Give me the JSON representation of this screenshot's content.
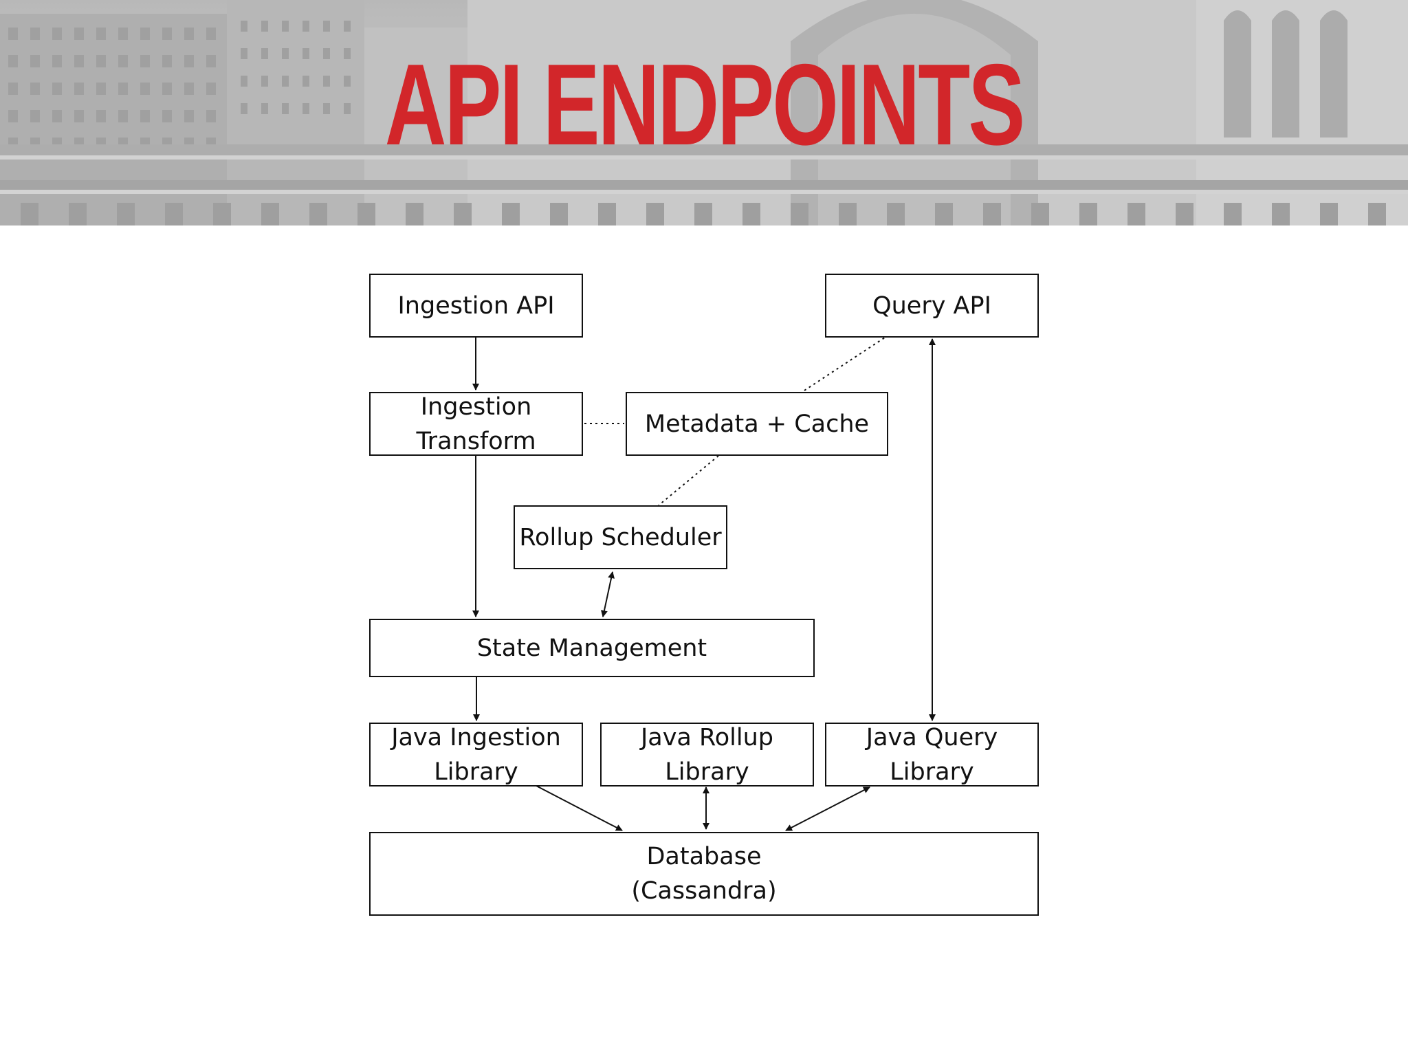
{
  "slide": {
    "title": "API ENDPOINTS",
    "title_color": "#d2262a"
  },
  "diagram": {
    "nodes": {
      "ingestion_api": {
        "lines": [
          "Ingestion API"
        ]
      },
      "query_api": {
        "lines": [
          "Query API"
        ]
      },
      "ingestion_transform": {
        "lines": [
          "Ingestion",
          "Transform"
        ]
      },
      "metadata_cache": {
        "lines": [
          "Metadata + Cache"
        ]
      },
      "rollup_scheduler": {
        "lines": [
          "Rollup Scheduler"
        ]
      },
      "state_management": {
        "lines": [
          "State Management"
        ]
      },
      "java_ingestion_library": {
        "lines": [
          "Java Ingestion",
          "Library"
        ]
      },
      "java_rollup_library": {
        "lines": [
          "Java Rollup",
          "Library"
        ]
      },
      "java_query_library": {
        "lines": [
          "Java Query",
          "Library"
        ]
      },
      "database": {
        "lines": [
          "Database",
          "(Cassandra)"
        ]
      }
    },
    "edges": [
      {
        "from": "ingestion_api",
        "to": "ingestion_transform",
        "style": "solid",
        "arrow": "end"
      },
      {
        "from": "ingestion_transform",
        "to": "state_management",
        "style": "solid",
        "arrow": "end"
      },
      {
        "from": "ingestion_transform",
        "to": "metadata_cache",
        "style": "dotted",
        "arrow": "none"
      },
      {
        "from": "metadata_cache",
        "to": "query_api",
        "style": "dotted",
        "arrow": "none"
      },
      {
        "from": "metadata_cache",
        "to": "rollup_scheduler",
        "style": "dotted",
        "arrow": "none"
      },
      {
        "from": "rollup_scheduler",
        "to": "state_management",
        "style": "solid",
        "arrow": "both"
      },
      {
        "from": "query_api",
        "to": "java_query_library",
        "style": "solid",
        "arrow": "both"
      },
      {
        "from": "state_management",
        "to": "java_ingestion_library",
        "style": "solid",
        "arrow": "end"
      },
      {
        "from": "java_ingestion_library",
        "to": "database",
        "style": "solid",
        "arrow": "end"
      },
      {
        "from": "java_rollup_library",
        "to": "database",
        "style": "solid",
        "arrow": "both"
      },
      {
        "from": "java_query_library",
        "to": "database",
        "style": "solid",
        "arrow": "both"
      }
    ]
  }
}
